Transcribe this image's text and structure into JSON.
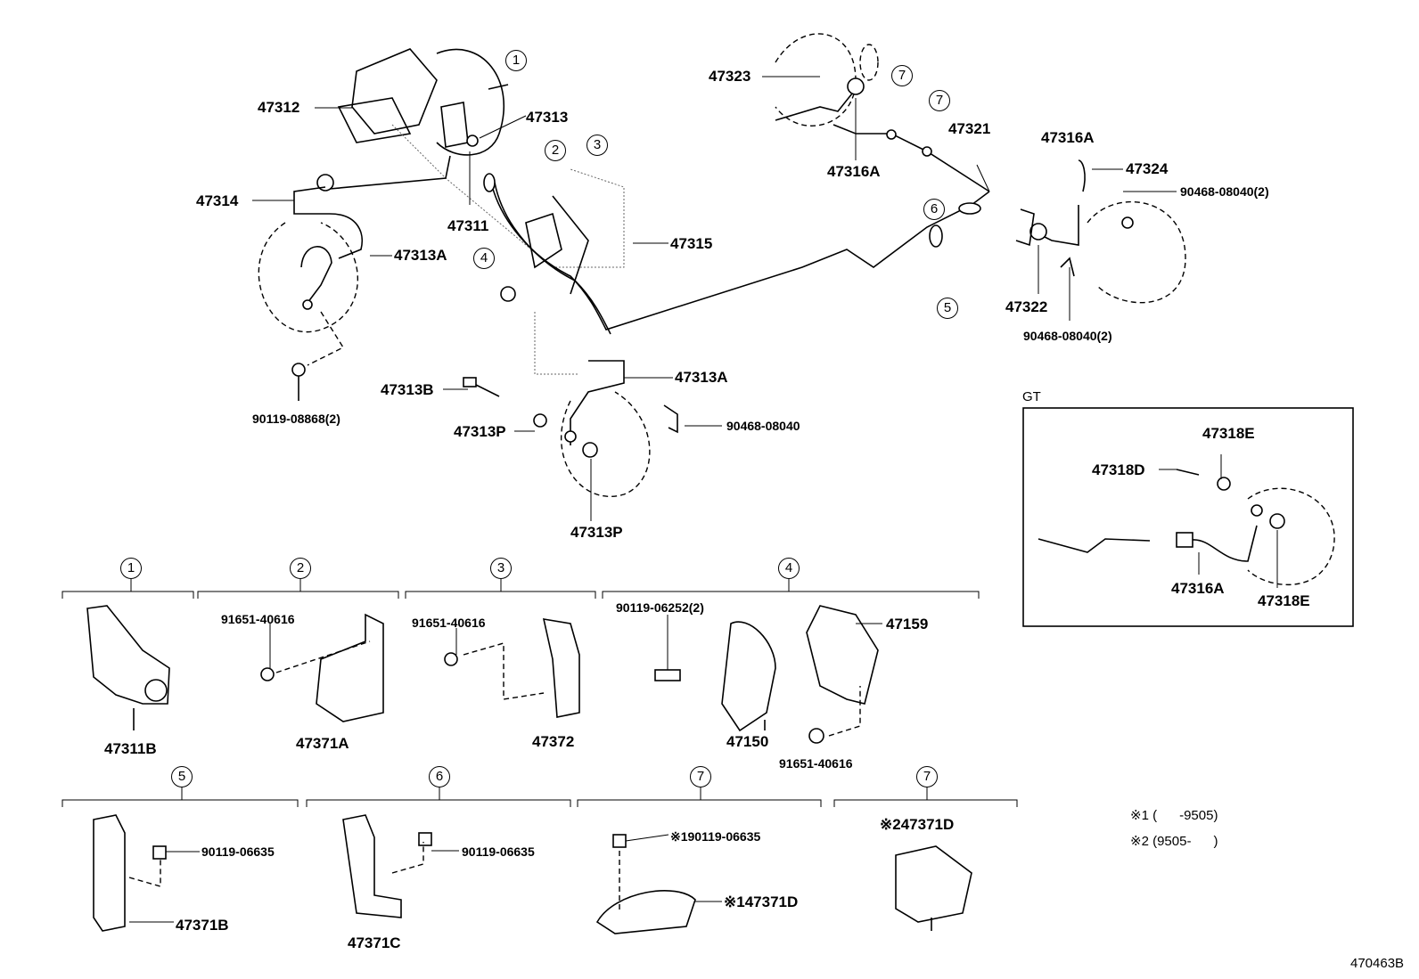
{
  "part_labels": {
    "p47312": "47312",
    "p47313_top": "47313",
    "p47314": "47314",
    "p47311": "47311",
    "p47313A_left": "47313A",
    "p47315": "47315",
    "p47313A_mid": "47313A",
    "p47313B": "47313B",
    "p47313P_mid": "47313P",
    "p90119_08868": "90119-08868(2)",
    "p90468_08040_mid": "90468-08040",
    "p47313P_bot": "47313P",
    "p47323": "47323",
    "p47316A_top": "47316A",
    "p47321": "47321",
    "p47316A_right": "47316A",
    "p47324": "47324",
    "p90468_08040_r1": "90468-08040(2)",
    "p47322": "47322",
    "p90468_08040_r2": "90468-08040(2)",
    "p47318E_top": "47318E",
    "p47318D": "47318D",
    "p47316A_gt": "47316A",
    "p47318E_bot": "47318E",
    "p47311B": "47311B",
    "p91651_40616_a": "91651-40616",
    "p47371A": "47371A",
    "p91651_40616_b": "91651-40616",
    "p47372": "47372",
    "p90119_06252": "90119-06252(2)",
    "p47159": "47159",
    "p47150": "47150",
    "p91651_40616_c": "91651-40616",
    "p90119_06635_a": "90119-06635",
    "p47371B": "47371B",
    "p90119_06635_b": "90119-06635",
    "p47371C": "47371C",
    "p190119_06635": "※190119-06635",
    "p147371D": "※147371D",
    "p247371D": "※247371D"
  },
  "ref_numbers": {
    "n1_top": "1",
    "n2_top": "2",
    "n3_top": "3",
    "n4_top": "4",
    "n5_top": "5",
    "n6_top": "6",
    "n7_top_a": "7",
    "n7_top_b": "7",
    "n1_sec": "1",
    "n2_sec": "2",
    "n3_sec": "3",
    "n4_sec": "4",
    "n5_sec": "5",
    "n6_sec": "6",
    "n7_sec_a": "7",
    "n7_sec_b": "7"
  },
  "gt_box_label": "GT",
  "notes": {
    "note1": "※1 (      -9505)",
    "note2": "※2 (9505-      )"
  },
  "figure_id": "470463B"
}
